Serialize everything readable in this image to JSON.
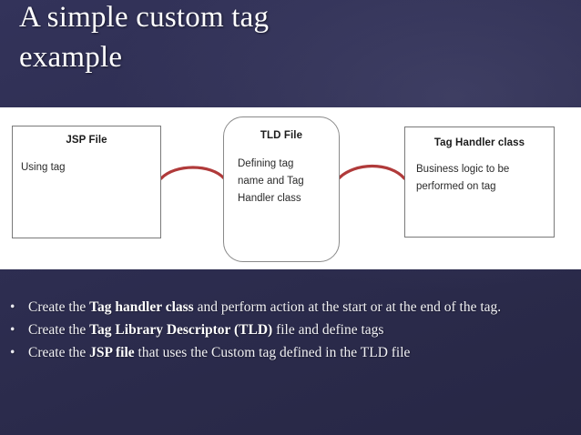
{
  "slide": {
    "title": "A simple custom tag\nexample",
    "background_color": "#2e2e52",
    "panel_color": "#ffffff",
    "connector_color": "#b03a3a"
  },
  "diagram": {
    "boxes": [
      {
        "id": "jsp",
        "shape": "rectangle",
        "title": "JSP File",
        "body": "Using tag"
      },
      {
        "id": "tld",
        "shape": "rounded-rectangle",
        "title": "TLD File",
        "body": "Defining tag\nname and Tag\nHandler class"
      },
      {
        "id": "handler",
        "shape": "rectangle",
        "title": "Tag Handler class",
        "body": "Business logic to be\nperformed on tag"
      }
    ],
    "connectors": [
      {
        "id": "jsp-to-tld",
        "from": "jsp",
        "to": "tld",
        "style": "curve",
        "color": "#b03a3a"
      },
      {
        "id": "tld-to-handler",
        "from": "tld",
        "to": "handler",
        "style": "curve",
        "color": "#b03a3a"
      }
    ]
  },
  "bullets": {
    "marker": "•",
    "items": [
      {
        "pre": "Create the ",
        "bold": "Tag handler class",
        "post": " and perform action at the start or at the end of the tag."
      },
      {
        "pre": "Create the ",
        "bold": "Tag Library Descriptor (TLD)",
        "post": " file and define tags"
      },
      {
        "pre": "Create the ",
        "bold": "JSP file",
        "post": " that uses the Custom tag defined in the TLD file"
      }
    ]
  }
}
